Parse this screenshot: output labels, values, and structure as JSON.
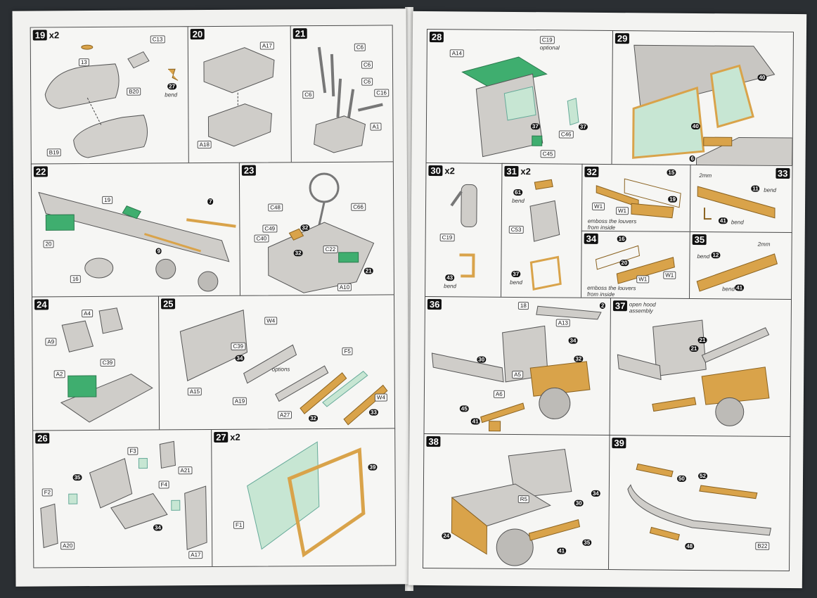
{
  "colors": {
    "paper": "#f1f1ef",
    "background": "#2b2f33",
    "plastic": "#c8c6c2",
    "photoetch": "#d9a34a",
    "clear": "#9fd3b4",
    "green_part": "#3fae6f",
    "line": "#4a4a4a"
  },
  "steps": {
    "s19": {
      "num": "19",
      "mult": "x2",
      "note": "bend",
      "parts": [
        "13",
        "C13",
        "B20",
        "27",
        "B19"
      ]
    },
    "s20": {
      "num": "20",
      "parts": [
        "A17",
        "A18"
      ]
    },
    "s21": {
      "num": "21",
      "parts": [
        "C6",
        "C6",
        "C6",
        "C6",
        "C16",
        "A1"
      ]
    },
    "s22": {
      "num": "22",
      "parts": [
        "19",
        "7",
        "20",
        "9",
        "16"
      ]
    },
    "s23": {
      "num": "23",
      "parts": [
        "C48",
        "C49",
        "C40",
        "32",
        "32",
        "C22",
        "21",
        "A10",
        "C66"
      ]
    },
    "s24": {
      "num": "24",
      "parts": [
        "A4",
        "A9",
        "A2",
        "C39"
      ]
    },
    "s25": {
      "num": "25",
      "note": "options",
      "parts": [
        "W4",
        "C39",
        "34",
        "A15",
        "A19",
        "A27",
        "F5",
        "32",
        "33",
        "W4"
      ]
    },
    "s26": {
      "num": "26",
      "parts": [
        "F3",
        "A21",
        "35",
        "F4",
        "F2",
        "34",
        "A20",
        "A17"
      ]
    },
    "s27": {
      "num": "27",
      "mult": "x2",
      "parts": [
        "39",
        "F1"
      ]
    },
    "s28": {
      "num": "28",
      "note": "optional",
      "parts": [
        "C19",
        "A14",
        "37",
        "C46",
        "37",
        "C45"
      ]
    },
    "s29": {
      "num": "29",
      "parts": [
        "40",
        "40",
        "6"
      ]
    },
    "s30": {
      "num": "30",
      "mult": "x2",
      "note": "bend",
      "parts": [
        "C19",
        "43"
      ]
    },
    "s31": {
      "num": "31",
      "mult": "x2",
      "notes": [
        "bend",
        "bend"
      ],
      "parts": [
        "61",
        "C53",
        "37"
      ]
    },
    "s32": {
      "num": "32",
      "note": "emboss the louvers from inside",
      "parts": [
        "15",
        "W1",
        "W1",
        "19"
      ]
    },
    "s33": {
      "num": "33",
      "note_a": "bend",
      "note_b": "bend",
      "dim": "2mm",
      "parts": [
        "11",
        "41"
      ]
    },
    "s34": {
      "num": "34",
      "note": "emboss the louvers from inside",
      "parts": [
        "16",
        "20",
        "W1",
        "W1"
      ]
    },
    "s35": {
      "num": "35",
      "note_a": "bend",
      "note_b": "bend",
      "dim": "2mm",
      "parts": [
        "12",
        "41"
      ]
    },
    "s36": {
      "num": "36",
      "parts": [
        "18",
        "2",
        "A13",
        "34",
        "30",
        "32",
        "A5",
        "A6",
        "45",
        "41"
      ]
    },
    "s37": {
      "num": "37",
      "note": "open hood assembly",
      "parts": [
        "21",
        "21"
      ]
    },
    "s38": {
      "num": "38",
      "parts": [
        "R5",
        "30",
        "34",
        "24",
        "35",
        "41"
      ]
    },
    "s39": {
      "num": "39",
      "parts": [
        "50",
        "52",
        "48",
        "B22"
      ]
    }
  }
}
